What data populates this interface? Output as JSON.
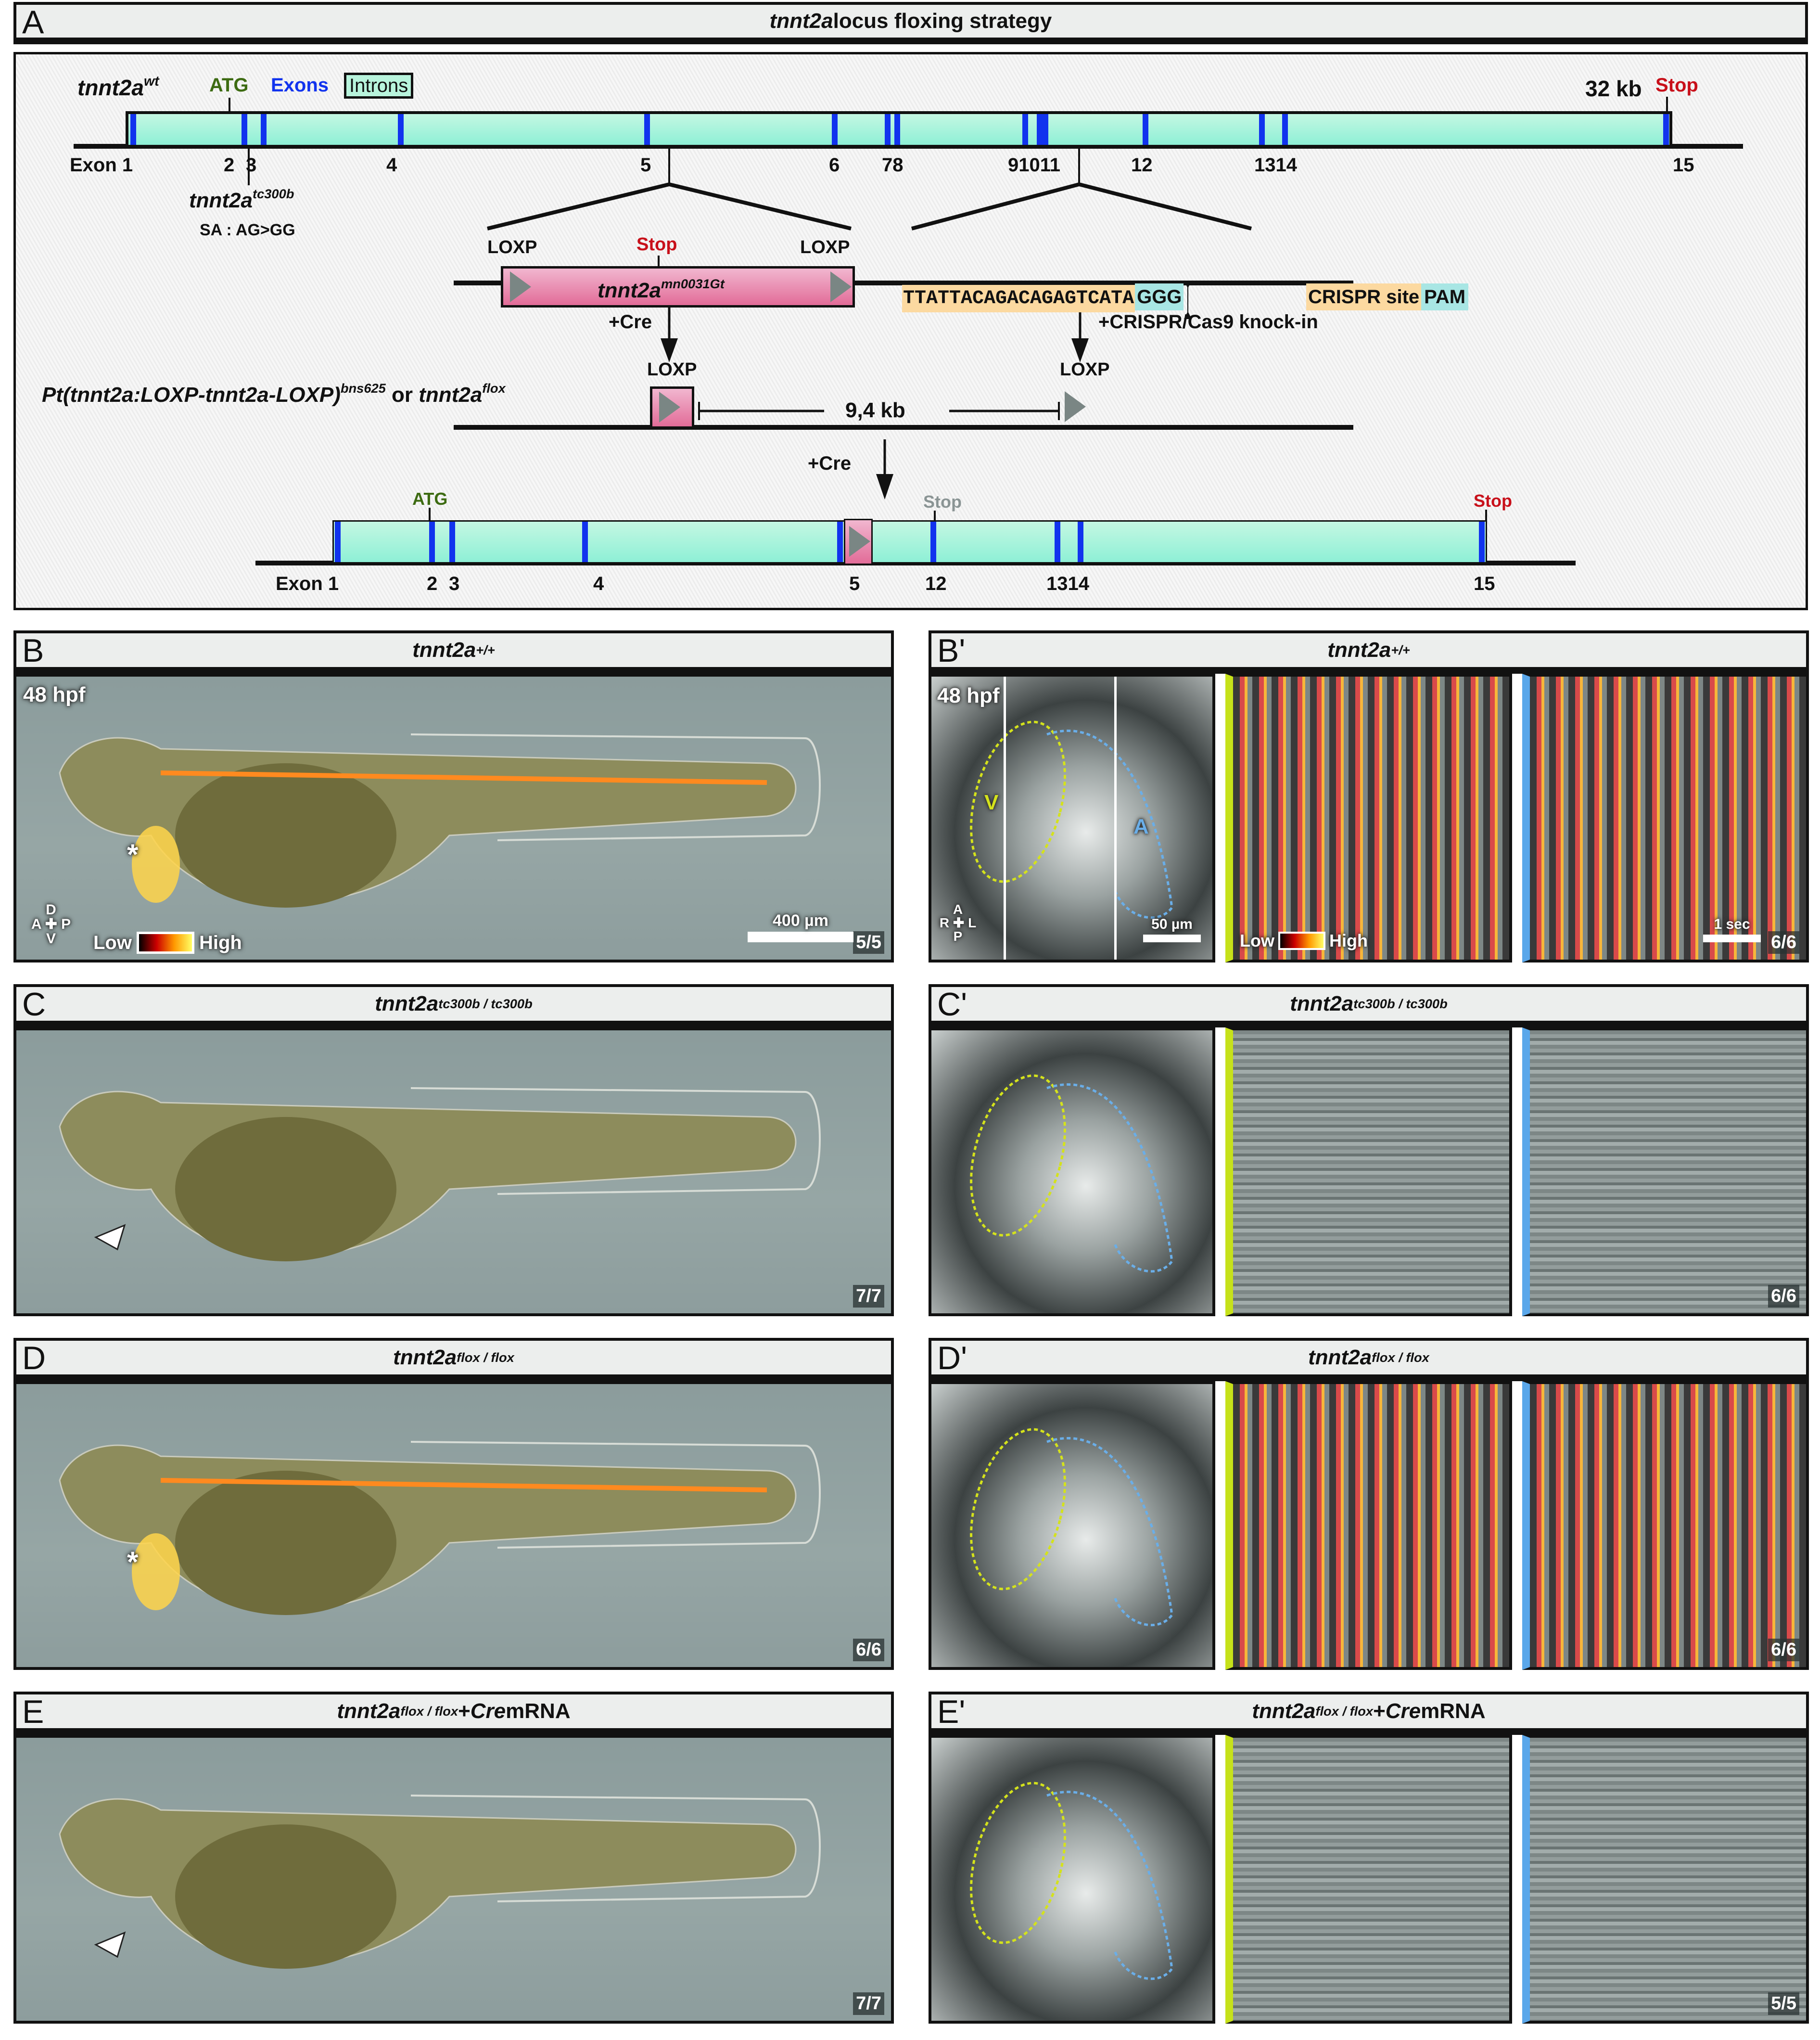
{
  "panelA": {
    "letter": "A",
    "title_italic": "tnnt2a",
    "title_rest": " locus floxing strategy",
    "wt_label": "tnnt2a",
    "wt_sup": "wt",
    "legend": {
      "atg": "ATG",
      "exons": "Exons",
      "introns": "Introns"
    },
    "size": "32 kb",
    "stop": "Stop",
    "exon_labels": [
      "Exon 1",
      "2",
      "3",
      "4",
      "5",
      "6",
      "78",
      "91011",
      "12",
      "1314",
      "15"
    ],
    "mutant_label": "tnnt2a",
    "mutant_sup": "tc300b",
    "mutant_note": "SA : AG>GG",
    "loxp": "LOXP",
    "gt_label": "tnnt2a",
    "gt_sup": "mn0031Gt",
    "crispr_seq_main": "TTATTACAGACAGAGTCATA",
    "crispr_seq_pam": "GGG",
    "crispr_legend_site": "CRISPR site",
    "crispr_legend_pam": "PAM",
    "plus_cre": "+Cre",
    "knockin": "+CRISPR/Cas9 knock-in",
    "allele_prefix": "Pt(tnnt2a:LOXP-tnnt2a-LOXP)",
    "allele_sup": "bns625",
    "allele_or": " or ",
    "allele_flox": "tnnt2a",
    "allele_flox_sup": "flox",
    "distance": "9,4 kb",
    "recomb_labels": [
      "Exon 1",
      "2",
      "3",
      "4",
      "5",
      "12",
      "1314",
      "15"
    ],
    "colors": {
      "atg": "#3d6b12",
      "exons": "#1133ee",
      "stop": "#c8101a",
      "stop_grey": "#8a9494",
      "crispr": "#fcd9a0",
      "pam": "#a8e6e4"
    }
  },
  "panels": [
    {
      "letter": "B",
      "gene": "tnnt2a",
      "sup": "+/+",
      "extra": "",
      "stage": "48 hpf",
      "scale": "400 µm",
      "count": "5/5",
      "marker": "*",
      "axes": {
        "d": "D",
        "v": "V",
        "a": "A",
        "p": "P"
      },
      "legend_low": "Low",
      "legend_high": "High"
    },
    {
      "letter": "C",
      "gene": "tnnt2a",
      "sup": "tc300b / tc300b",
      "extra": "",
      "count": "7/7",
      "marker": "arrowhead"
    },
    {
      "letter": "D",
      "gene": "tnnt2a",
      "sup": "flox / flox",
      "extra": "",
      "count": "6/6",
      "marker": "*"
    },
    {
      "letter": "E",
      "gene": "tnnt2a",
      "sup": "flox / flox",
      "extra_plus": " + ",
      "extra_cre": "Cre",
      "extra_mrna": " mRNA",
      "count": "7/7",
      "marker": "arrowhead"
    }
  ],
  "prime_panels": [
    {
      "letter": "B'",
      "gene": "tnnt2a",
      "sup": "+/+",
      "stage": "48 hpf",
      "v": "V",
      "a": "A",
      "scale": "50 µm",
      "time": "1 sec",
      "count": "6/6",
      "axes": {
        "a": "A",
        "p": "P",
        "r": "R",
        "l": "L"
      },
      "legend_low": "Low",
      "legend_high": "High"
    },
    {
      "letter": "C'",
      "gene": "tnnt2a",
      "sup": "tc300b / tc300b",
      "count": "6/6"
    },
    {
      "letter": "D'",
      "gene": "tnnt2a",
      "sup": "flox / flox",
      "count": "6/6"
    },
    {
      "letter": "E'",
      "gene": "tnnt2a",
      "sup": "flox / flox",
      "extra_plus": " + ",
      "extra_cre": "Cre",
      "extra_mrna": " mRNA",
      "count": "5/5"
    }
  ]
}
